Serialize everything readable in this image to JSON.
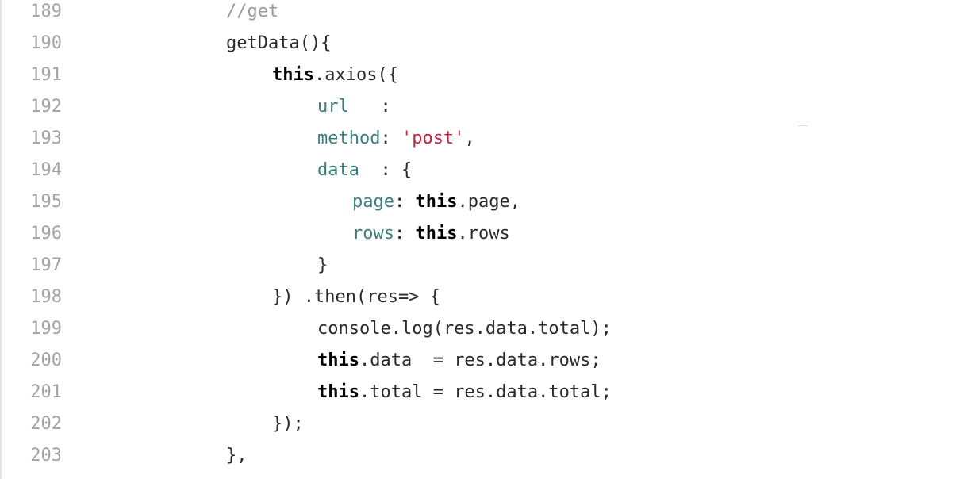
{
  "editor": {
    "lines": [
      {
        "number": "189",
        "segments": [
          {
            "cls": "cmt",
            "text": "//get"
          }
        ]
      },
      {
        "number": "190",
        "segments": [
          {
            "cls": "plain",
            "text": "getData(){"
          }
        ]
      },
      {
        "number": "191",
        "segments": [
          {
            "cls": "kw",
            "text": "this"
          },
          {
            "cls": "plain",
            "text": ".axios({"
          }
        ]
      },
      {
        "number": "192",
        "segments": [
          {
            "cls": "prop",
            "text": "url"
          },
          {
            "cls": "plain",
            "text": "   :"
          }
        ]
      },
      {
        "number": "193",
        "segments": [
          {
            "cls": "prop",
            "text": "method"
          },
          {
            "cls": "plain",
            "text": ": "
          },
          {
            "cls": "str",
            "text": "'post'"
          },
          {
            "cls": "plain",
            "text": ","
          }
        ]
      },
      {
        "number": "194",
        "segments": [
          {
            "cls": "prop",
            "text": "data"
          },
          {
            "cls": "plain",
            "text": "  : {"
          }
        ]
      },
      {
        "number": "195",
        "segments": [
          {
            "cls": "prop",
            "text": "page"
          },
          {
            "cls": "plain",
            "text": ": "
          },
          {
            "cls": "kw",
            "text": "this"
          },
          {
            "cls": "plain",
            "text": ".page,"
          }
        ]
      },
      {
        "number": "196",
        "segments": [
          {
            "cls": "prop",
            "text": "rows"
          },
          {
            "cls": "plain",
            "text": ": "
          },
          {
            "cls": "kw",
            "text": "this"
          },
          {
            "cls": "plain",
            "text": ".rows"
          }
        ]
      },
      {
        "number": "197",
        "segments": [
          {
            "cls": "plain",
            "text": "}"
          }
        ]
      },
      {
        "number": "198",
        "segments": [
          {
            "cls": "plain",
            "text": "}) .then(res=> {"
          }
        ]
      },
      {
        "number": "199",
        "segments": [
          {
            "cls": "plain",
            "text": "console.log(res.data.total);"
          }
        ]
      },
      {
        "number": "200",
        "segments": [
          {
            "cls": "kw",
            "text": "this"
          },
          {
            "cls": "plain",
            "text": ".data  = res.data.rows;"
          }
        ]
      },
      {
        "number": "201",
        "segments": [
          {
            "cls": "kw",
            "text": "this"
          },
          {
            "cls": "plain",
            "text": ".total = res.data.total;"
          }
        ]
      },
      {
        "number": "202",
        "segments": [
          {
            "cls": "plain",
            "text": "});"
          }
        ]
      },
      {
        "number": "203",
        "segments": [
          {
            "cls": "plain",
            "text": "},"
          }
        ]
      }
    ]
  }
}
